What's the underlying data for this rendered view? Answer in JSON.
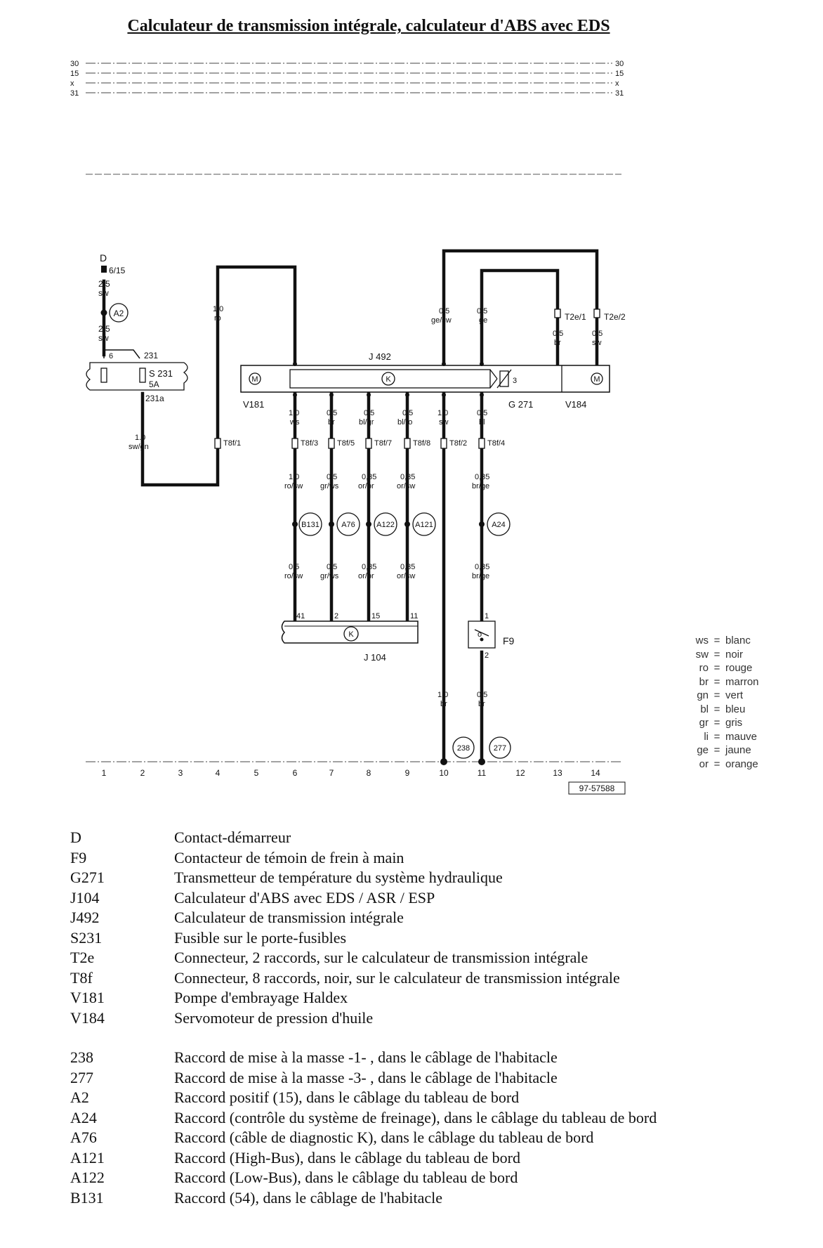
{
  "title": "Calculateur de transmission intégrale, calculateur d'ABS avec EDS",
  "rails": [
    "30",
    "15",
    "x",
    "31"
  ],
  "components": {
    "D": {
      "label": "D",
      "terminal": "6/15",
      "wire": "2.5",
      "color": "sw"
    },
    "A2": {
      "label": "A2",
      "wire": "2.5",
      "color": "sw"
    },
    "S231": {
      "label": "S 231",
      "rating": "5A",
      "pin_in": "6",
      "pin_top": "231",
      "pin_out": "231a"
    },
    "fuse_out_wire": {
      "size": "1.0",
      "color": "sw/gn"
    },
    "J492": {
      "label": "J 492"
    },
    "V181": {
      "label": "V181"
    },
    "V184": {
      "label": "V184"
    },
    "G271": {
      "label": "G 271",
      "pin": "3"
    },
    "J104": {
      "label": "J 104"
    },
    "F9": {
      "label": "F9",
      "pin_top": "1",
      "pin_bottom": "2"
    },
    "K": "K"
  },
  "wire_labels": {
    "w1_size": "1.0",
    "w1_color": "ro",
    "top_a_size": "0,5",
    "top_a_color": "ge/sw",
    "top_b_size": "0,5",
    "top_b_color": "ge",
    "t2e1_size": "0,5",
    "t2e1_color": "br",
    "t2e2_size": "0,5",
    "t2e2_color": "sw",
    "b1_size": "1,0",
    "b1_color": "ws",
    "b2_size": "0,5",
    "b2_color": "br",
    "b3_size": "0,5",
    "b3_color": "bl/gr",
    "b4_size": "0,5",
    "b4_color": "bl/ro",
    "b5_size": "1,0",
    "b5_color": "sw",
    "b6_size": "0,5",
    "b6_color": "bl",
    "m1_size": "1,0",
    "m1_color": "ro/sw",
    "m2_size": "0,5",
    "m2_color": "gr/ws",
    "m3_size": "0,35",
    "m3_color": "or/br",
    "m4_size": "0,35",
    "m4_color": "or/sw",
    "m6_size": "0,35",
    "m6_color": "br/ge",
    "l1_size": "0,5",
    "l1_color": "ro/sw",
    "l2_size": "0,5",
    "l2_color": "gr/ws",
    "l3_size": "0,35",
    "l3_color": "or/br",
    "l4_size": "0,35",
    "l4_color": "or/sw",
    "l6_size": "0,35",
    "l6_color": "br/ge",
    "g1_size": "1,0",
    "g1_color": "br",
    "g2_size": "0,5",
    "g2_color": "br"
  },
  "connectors": {
    "t8f1": "T8f/1",
    "t8f3": "T8f/3",
    "t8f5": "T8f/5",
    "t8f7": "T8f/7",
    "t8f8": "T8f/8",
    "t8f2": "T8f/2",
    "t8f4": "T8f/4",
    "t2e1": "T2e/1",
    "t2e2": "T2e/2"
  },
  "junctions": {
    "B131": "B131",
    "A76": "A76",
    "A122": "A122",
    "A121": "A121",
    "A24": "A24"
  },
  "j104_pins": [
    "41",
    "2",
    "15",
    "11"
  ],
  "grounds": [
    "238",
    "277"
  ],
  "ruler": [
    "1",
    "2",
    "3",
    "4",
    "5",
    "6",
    "7",
    "8",
    "9",
    "10",
    "11",
    "12",
    "13",
    "14"
  ],
  "ref_code": "97-57588",
  "color_key": [
    {
      "code": "ws",
      "name": "blanc"
    },
    {
      "code": "sw",
      "name": "noir"
    },
    {
      "code": "ro",
      "name": "rouge"
    },
    {
      "code": "br",
      "name": "marron"
    },
    {
      "code": "gn",
      "name": "vert"
    },
    {
      "code": "bl",
      "name": "bleu"
    },
    {
      "code": "gr",
      "name": "gris"
    },
    {
      "code": "li",
      "name": "mauve"
    },
    {
      "code": "ge",
      "name": "jaune"
    },
    {
      "code": "or",
      "name": "orange"
    }
  ],
  "legend": [
    {
      "code": "D",
      "desc": "Contact-démarreur"
    },
    {
      "code": "F9",
      "desc": "Contacteur de témoin de frein à main"
    },
    {
      "code": "G271",
      "desc": "Transmetteur de température du système hydraulique"
    },
    {
      "code": "J104",
      "desc": "Calculateur d'ABS avec EDS / ASR / ESP"
    },
    {
      "code": "J492",
      "desc": "Calculateur de transmission intégrale"
    },
    {
      "code": "S231",
      "desc": "Fusible sur le porte-fusibles"
    },
    {
      "code": "T2e",
      "desc": "Connecteur, 2 raccords, sur le calculateur de transmission intégrale"
    },
    {
      "code": "T8f",
      "desc": "Connecteur, 8 raccords, noir, sur le calculateur de transmission intégrale"
    },
    {
      "code": "V181",
      "desc": "Pompe d'embrayage Haldex"
    },
    {
      "code": "V184",
      "desc": "Servomoteur de pression d'huile"
    }
  ],
  "legend2": [
    {
      "code": "238",
      "desc": "Raccord de mise à la masse -1- , dans le câblage de l'habitacle"
    },
    {
      "code": "277",
      "desc": "Raccord de mise à la masse -3- , dans le câblage de l'habitacle"
    },
    {
      "code": "A2",
      "desc": "Raccord positif (15), dans le câblage du tableau de bord"
    },
    {
      "code": "A24",
      "desc": "Raccord (contrôle du système de freinage), dans le câblage du tableau de bord"
    },
    {
      "code": "A76",
      "desc": "Raccord (câble de diagnostic K), dans le câblage du tableau de bord"
    },
    {
      "code": "A121",
      "desc": "Raccord (High-Bus), dans le câblage du tableau de bord"
    },
    {
      "code": "A122",
      "desc": "Raccord (Low-Bus), dans le câblage du tableau de bord"
    },
    {
      "code": "B131",
      "desc": "Raccord (54), dans le câblage de l'habitacle"
    }
  ]
}
